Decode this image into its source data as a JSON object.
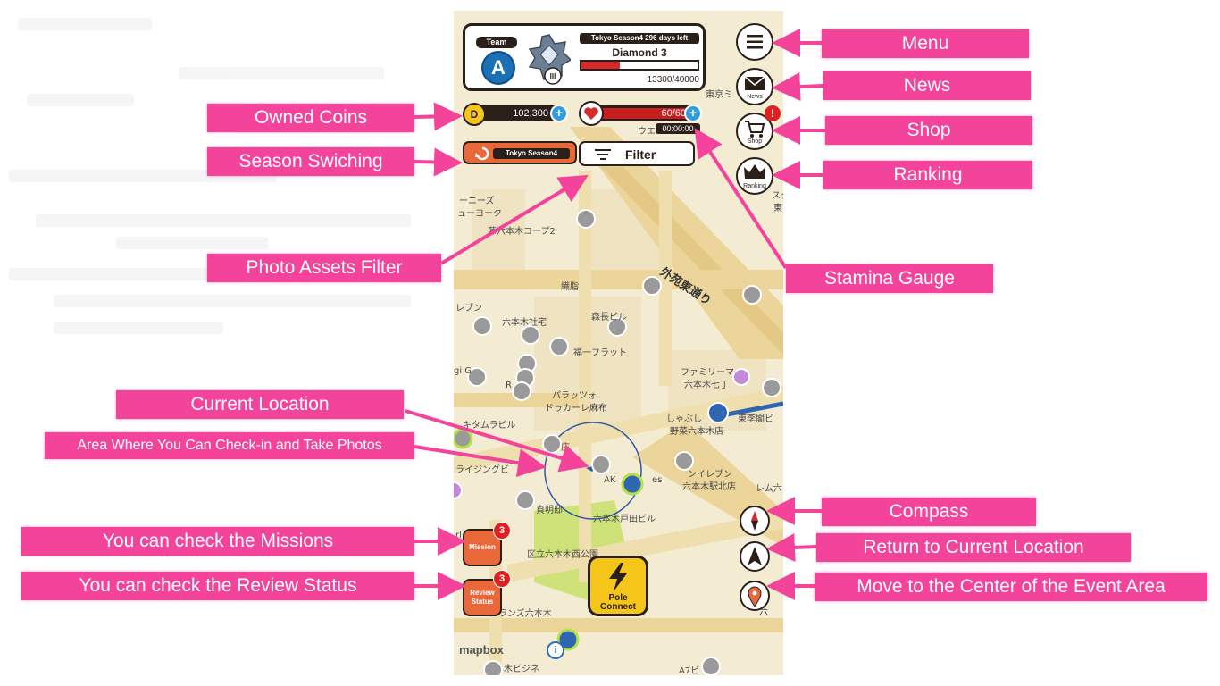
{
  "status": {
    "team_label": "Team",
    "team_letter": "A",
    "rank_tier": "III",
    "season_days": "Tokyo Season4 296 days left",
    "rank_name": "Diamond 3",
    "rank_progress": 0.3325,
    "rank_points": "13300/40000"
  },
  "currency": {
    "coin_symbol": "D",
    "coins": "102,300",
    "stamina": "60/60",
    "stamina_timer": "00:00:00",
    "plus_symbol": "+"
  },
  "controls": {
    "season_label": "Tokyo Season4",
    "filter_label": "Filter",
    "news_label": "News",
    "shop_label": "Shop",
    "shop_alert": "!",
    "ranking_label": "Ranking",
    "mission_label": "Mission",
    "mission_count": "3",
    "review_label": "Review\nStatus",
    "review_count": "3",
    "pole_label": "Pole\nConnect",
    "mapbox": "mapbox",
    "info": "i"
  },
  "map_labels": {
    "road": "外苑東通り",
    "labels": [
      "ーニーズ",
      "ューヨーク",
      "藤六本木コープ2",
      "繊脂",
      "レブン",
      "六本木社宅",
      "森長ビル",
      "福一フラット",
      "gi G",
      "R",
      "パラッツォ",
      "ドゥカーレ麻布",
      "キタムラビル",
      "ライジングビ",
      "ファミリーマ",
      "六本木七丁",
      "しゃぶし",
      "野菜六本木店",
      "東李閣ビ",
      "ンイレブン",
      "六本木駅北店",
      "レム六",
      "六本木戸田ビル",
      "区立六本木西公園",
      "ランズ六本木",
      "木ビジネ",
      "A7ビ",
      "東京ミ",
      "ウエ",
      "庄",
      "AK",
      "es",
      "貞明邸",
      "rl",
      "スタ",
      "東",
      "六"
    ]
  },
  "callouts": {
    "menu": "Menu",
    "news": "News",
    "shop": "Shop",
    "ranking": "Ranking",
    "owned_coins": "Owned Coins",
    "season_switching": "Season Swiching",
    "photo_filter": "Photo Assets Filter",
    "stamina_gauge": "Stamina Gauge",
    "current_location": "Current Location",
    "checkin_area": "Area Where You Can Check-in and Take Photos",
    "missions": "You can check the Missions",
    "review_status": "You can check the Review Status",
    "compass": "Compass",
    "return_location": "Return to Current Location",
    "event_center": "Move to the Center of the Event Area"
  },
  "colors": {
    "callout": "#f4439b",
    "map_bg": "#f4ecd2",
    "road": "#ecd59a",
    "accent_orange": "#e8683a",
    "pole_yellow": "#f6c519",
    "dark": "#2b1f1a"
  }
}
